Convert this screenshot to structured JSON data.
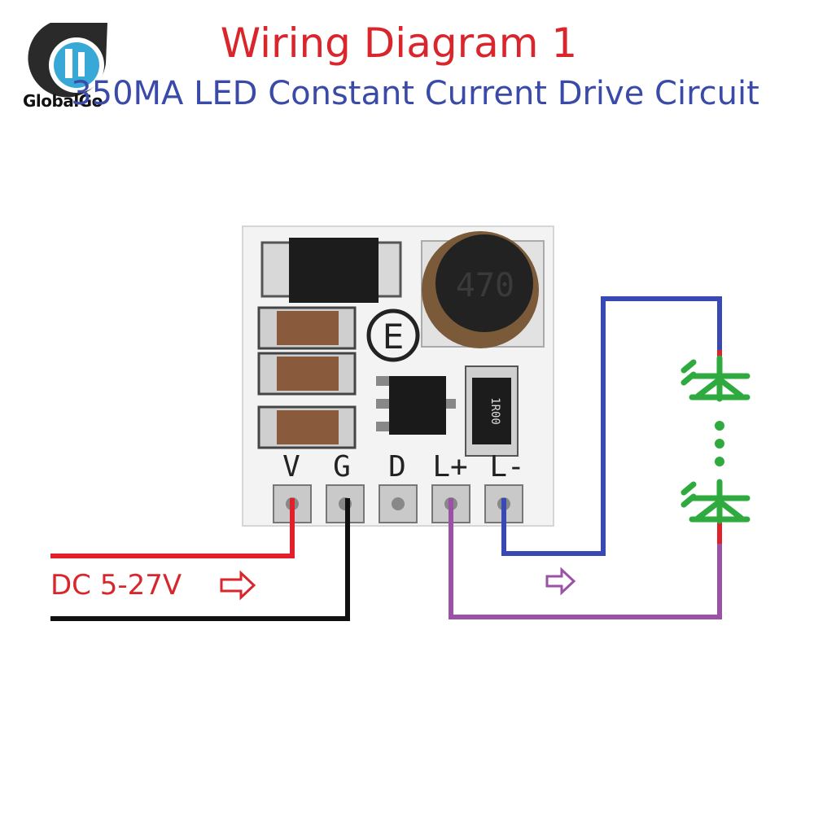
{
  "title": "Wiring Diagram 1",
  "subtitle": "350MA LED Constant Current Drive Circuit",
  "brand": "GlobalGo",
  "pins": [
    "V",
    "G",
    "D",
    "L+",
    "L-"
  ],
  "chips": {
    "inductor": "470",
    "resistor": "1R00",
    "logo": "E"
  },
  "input_label": "DC 5-27V",
  "colors": {
    "title": "#d9262c",
    "subtitle": "#3a4aa8",
    "positive": "#e0202a",
    "ground": "#111111",
    "led_positive": "#9b52a6",
    "led_negative": "#3848b4",
    "led": "#2eaa3e"
  }
}
